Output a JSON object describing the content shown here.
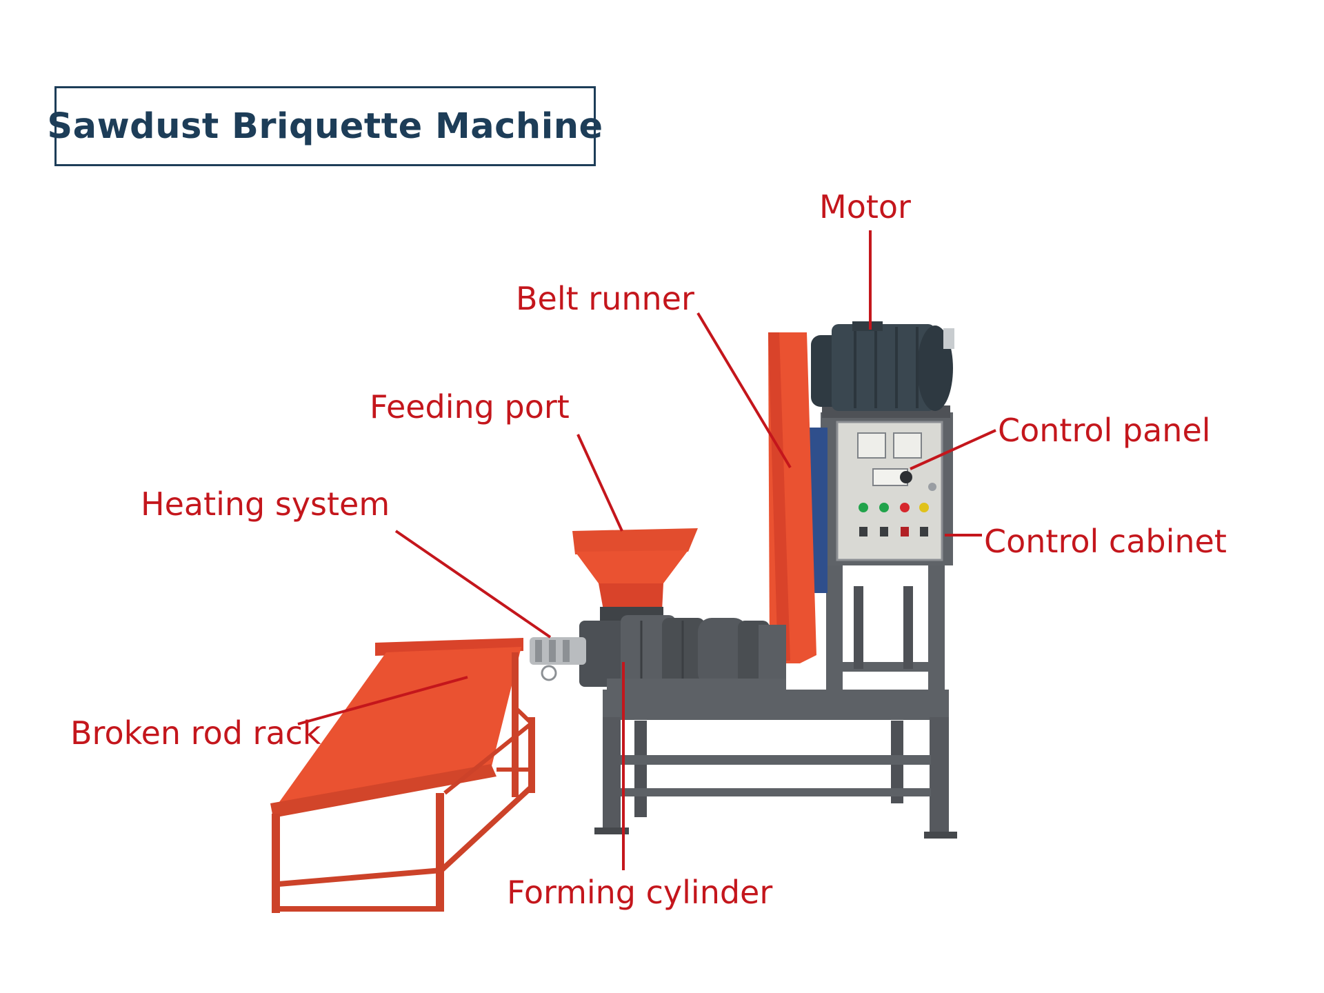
{
  "title": "Sawdust Briquette Machine",
  "labels": {
    "motor": "Motor",
    "belt_runner": "Belt runner",
    "feeding_port": "Feeding port",
    "heating_system": "Heating system",
    "control_panel": "Control panel",
    "control_cabinet": "Control cabinet",
    "broken_rod_rack": "Broken rod rack",
    "forming_cylinder": "Forming cylinder"
  },
  "colors": {
    "label_red": "#c4161c",
    "title_navy": "#1d3d58",
    "machine_orange": "#ea5231",
    "frame_gray": "#5d6166",
    "motor_dark": "#3a4750"
  }
}
